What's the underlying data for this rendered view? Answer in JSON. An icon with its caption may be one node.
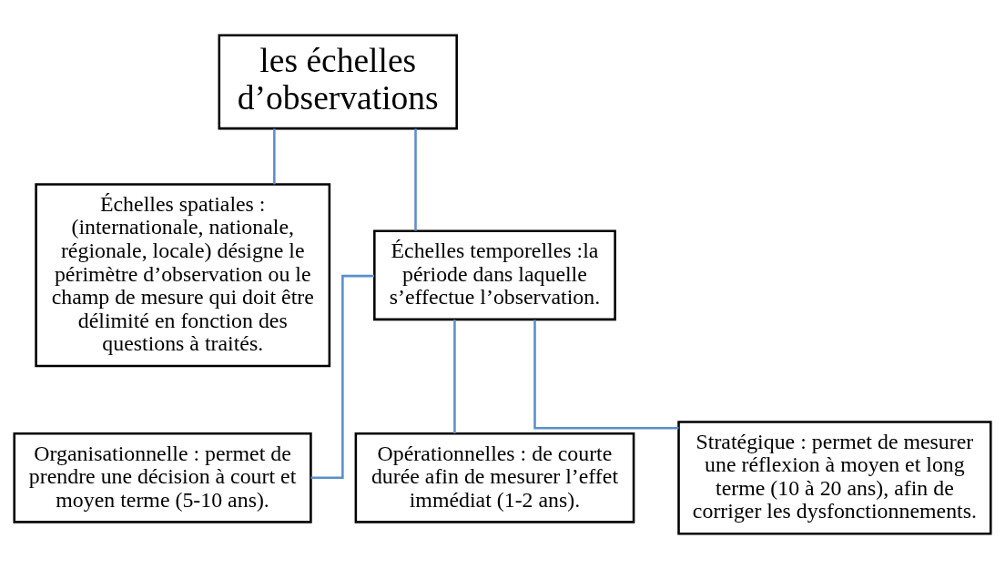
{
  "diagram": {
    "nodes": [
      {
        "text": [
          "les échelles d’observations"
        ]
      },
      {
        "text": [
          "Échelles spatiales : (internationale, nationale, régionale, locale) désigne le périmètre d’observation ou le champ de mesure qui doit être délimité en fonction des questions à traités."
        ]
      },
      {
        "text": [
          "Échelles temporelles :la période dans laquelle s’effectue l’observation."
        ]
      },
      {
        "text": [
          "Organisationnelle : permet de prendre une décision à court et moyen terme (5-10 ans)."
        ]
      },
      {
        "text": [
          "Opérationnelles : de courte durée afin de mesurer l’effet immédiat (1-2 ans)."
        ]
      },
      {
        "text": [
          "Stratégique : permet de mesurer une réflexion à moyen et long terme (10 à 20 ans), afin de corriger les dysfonctionnements."
        ]
      }
    ],
    "edges": [
      {
        "from": 0,
        "to": 1,
        "arrow": "none"
      },
      {
        "from": 0,
        "to": 2,
        "arrow": "none"
      },
      {
        "from": 2,
        "to": 3,
        "arrow": "none"
      },
      {
        "from": 2,
        "to": 4,
        "arrow": "none"
      },
      {
        "from": 2,
        "to": 5,
        "arrow": "none"
      }
    ]
  }
}
